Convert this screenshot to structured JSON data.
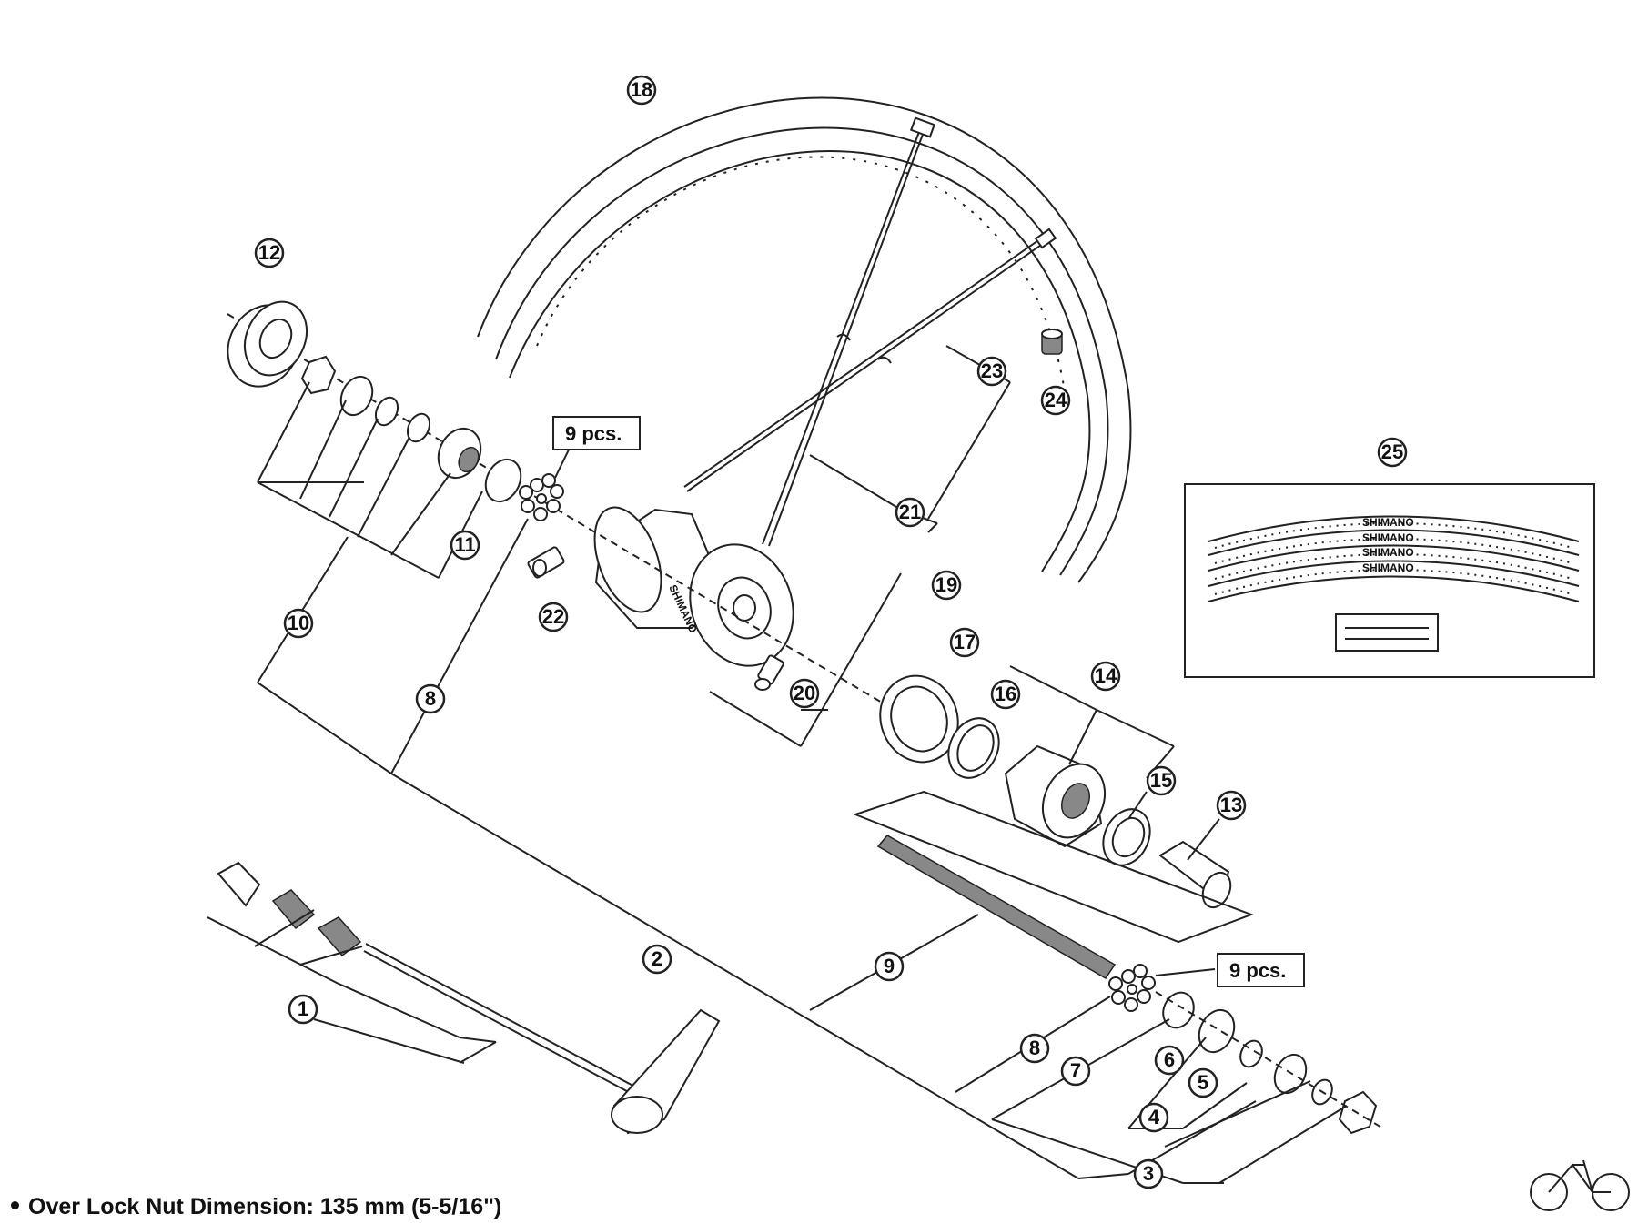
{
  "callouts": [
    "1",
    "2",
    "3",
    "4",
    "5",
    "6",
    "7",
    "8",
    "8",
    "9",
    "10",
    "11",
    "12",
    "13",
    "14",
    "15",
    "16",
    "17",
    "18",
    "19",
    "20",
    "21",
    "22",
    "23",
    "24",
    "25"
  ],
  "quantity_labels": {
    "upper": "9 pcs.",
    "lower": "9 pcs."
  },
  "decal": {
    "brand_lines": [
      "SHIMANO",
      "SHIMANO",
      "SHIMANO",
      "SHIMANO"
    ]
  },
  "footnote": {
    "text": "Over Lock Nut Dimension: 135 mm (5-5/16\")"
  },
  "icons": [
    "bicycle-icon"
  ]
}
